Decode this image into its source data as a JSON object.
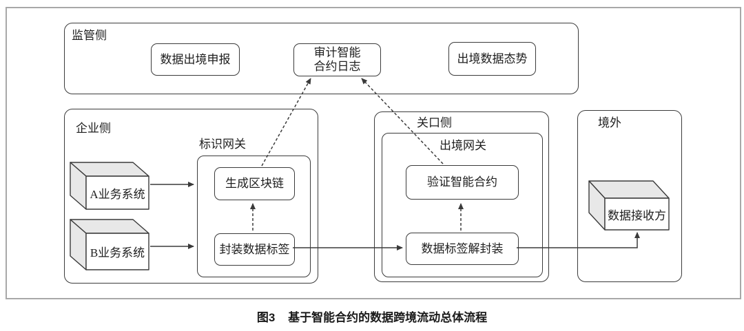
{
  "figure": {
    "caption": {
      "prefix": "图3",
      "title": "基于智能合约的数据跨境流动总体流程"
    }
  },
  "colors": {
    "line": "#3a3a3a",
    "outer_border": "#a8a8a8",
    "cuboid_face": "#e8e8e8",
    "background": "#ffffff"
  },
  "sections": {
    "supervision": {
      "label": "监管侧",
      "declare_box": "数据出境申报",
      "audit_box": {
        "line1": "审计智能",
        "line2": "合约日志"
      },
      "status_box": "出境数据态势"
    },
    "enterprise": {
      "label": "企业侧",
      "system_a": "A业务系统",
      "system_b": "B业务系统",
      "id_gateway": {
        "label": "标识网关",
        "generate_box": "生成区块链",
        "encapsulate_box": "封装数据标签"
      }
    },
    "checkpoint": {
      "label": "关口侧",
      "exit_gateway": {
        "label": "出境网关",
        "verify_box": "验证智能合约",
        "decapsulate_box": "数据标签解封装"
      }
    },
    "overseas": {
      "label": "境外",
      "receiver_box": "数据接收方"
    }
  }
}
